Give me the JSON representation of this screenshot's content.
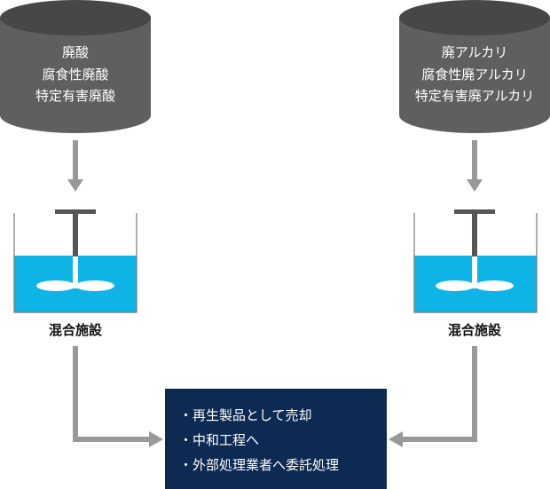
{
  "left_source": {
    "lines": [
      "廃酸",
      "腐食性廃酸",
      "特定有害廃酸"
    ]
  },
  "right_source": {
    "lines": [
      "廃アルカリ",
      "腐食性廃アルカリ",
      "特定有害廃アルカリ"
    ]
  },
  "left_tank": {
    "label": "混合施設"
  },
  "right_tank": {
    "label": "混合施設"
  },
  "result": {
    "items": [
      "・再生製品として売却",
      "・中和工程へ",
      "・外部処理業者へ委託処理"
    ]
  },
  "colors": {
    "cylinder": "#5f5f5f",
    "cylinder_top": "#474747",
    "liquid": "#0fb4e6",
    "arrow": "#999999",
    "result_box": "#0d2a52",
    "stirrer": "#555555"
  }
}
